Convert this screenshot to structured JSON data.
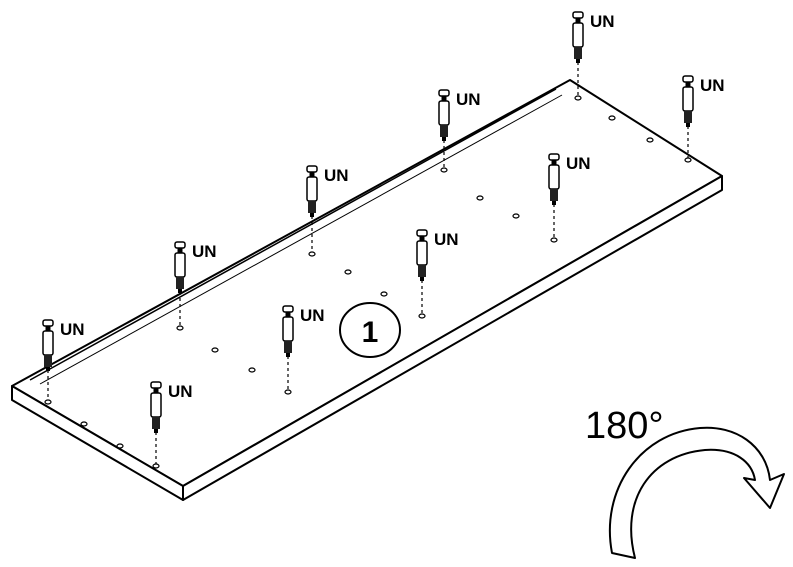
{
  "step_number": "1",
  "rotation_label": "180°",
  "fastener_label": "UN",
  "fasteners": [
    {
      "id": "f1"
    },
    {
      "id": "f2"
    },
    {
      "id": "f3"
    },
    {
      "id": "f4"
    },
    {
      "id": "f5"
    },
    {
      "id": "f6"
    },
    {
      "id": "f7"
    },
    {
      "id": "f8"
    },
    {
      "id": "f9"
    },
    {
      "id": "f10"
    }
  ],
  "colors": {
    "line": "#000000",
    "background": "#ffffff"
  }
}
